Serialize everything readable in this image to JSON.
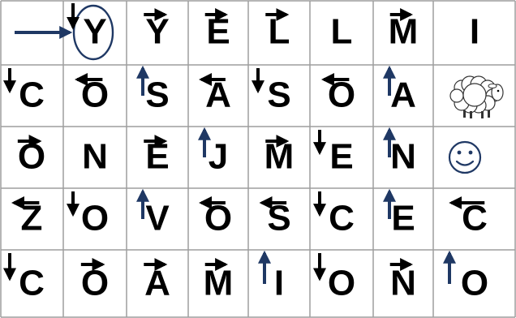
{
  "colors": {
    "grid_line": "#9e9e9e",
    "letter": "#000000",
    "arrow_dark": "#1f3864",
    "arrow_black": "#000000"
  },
  "start_arrow": {
    "icon": "start-arrow-right-icon"
  },
  "grid": {
    "rows": [
      [
        {
          "letter": ""
        },
        {
          "letter": "Y",
          "circled": true,
          "arrow": "down"
        },
        {
          "letter": "Y",
          "arrow": "right"
        },
        {
          "letter": "E",
          "arrow": "right"
        },
        {
          "letter": "L",
          "arrow": "right"
        },
        {
          "letter": "L"
        },
        {
          "letter": "M",
          "arrow": "right"
        },
        {
          "letter": "I"
        }
      ],
      [
        {
          "letter": "C",
          "arrow": "down"
        },
        {
          "letter": "O",
          "arrow": "left"
        },
        {
          "letter": "S",
          "arrow": "up"
        },
        {
          "letter": "A",
          "arrow": "left"
        },
        {
          "letter": "S",
          "arrow": "down"
        },
        {
          "letter": "O",
          "arrow": "left"
        },
        {
          "letter": "A",
          "arrow": "up"
        },
        {
          "icon": "sheep-icon"
        }
      ],
      [
        {
          "letter": "O",
          "arrow": "right"
        },
        {
          "letter": "N"
        },
        {
          "letter": "E",
          "arrow": "right"
        },
        {
          "letter": "J",
          "arrow": "up"
        },
        {
          "letter": "M",
          "arrow": "right"
        },
        {
          "letter": "E",
          "arrow": "down"
        },
        {
          "letter": "N",
          "arrow": "up"
        },
        {
          "icon": "smiley-icon"
        }
      ],
      [
        {
          "letter": "Z",
          "arrow": "left"
        },
        {
          "letter": "O",
          "arrow": "down"
        },
        {
          "letter": "V",
          "arrow": "up"
        },
        {
          "letter": "O",
          "arrow": "left"
        },
        {
          "letter": "S",
          "arrow": "left"
        },
        {
          "letter": "C",
          "arrow": "down"
        },
        {
          "letter": "E",
          "arrow": "up"
        },
        {
          "letter": "C",
          "arrow": "left"
        }
      ],
      [
        {
          "letter": "C",
          "arrow": "down"
        },
        {
          "letter": "O",
          "arrow": "right"
        },
        {
          "letter": "A",
          "arrow": "right"
        },
        {
          "letter": "M",
          "arrow": "right"
        },
        {
          "letter": "I",
          "arrow": "up"
        },
        {
          "letter": "O",
          "arrow": "down"
        },
        {
          "letter": "N",
          "arrow": "right"
        },
        {
          "letter": "O",
          "arrow": "up"
        }
      ]
    ]
  }
}
